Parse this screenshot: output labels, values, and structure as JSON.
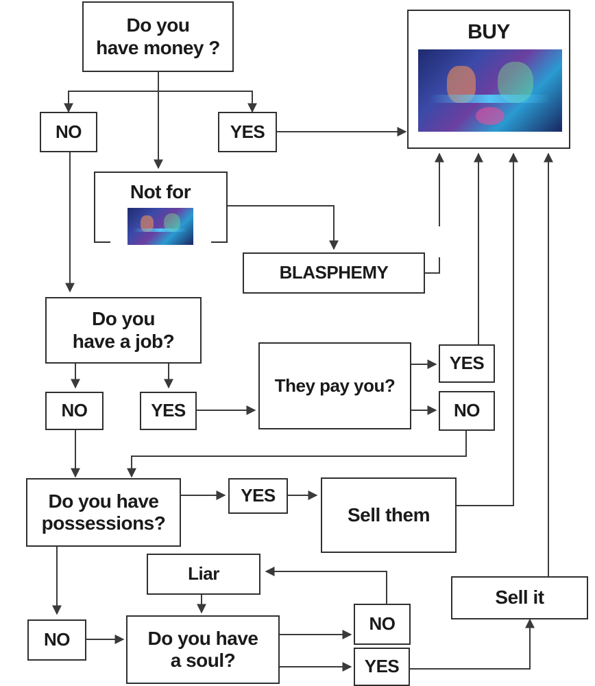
{
  "nodes": {
    "have_money": [
      "Do you",
      "have money ?"
    ],
    "no_1": "NO",
    "yes_1": "YES",
    "buy": "BUY",
    "not_for": "Not for",
    "blasphemy": "BLASPHEMY",
    "have_job": [
      "Do you",
      "have a job?"
    ],
    "no_job": "NO",
    "yes_job": "YES",
    "they_pay": "They pay you?",
    "yes_pay": "YES",
    "no_pay": "NO",
    "possessions": [
      "Do you have",
      "possessions?"
    ],
    "yes_poss": "YES",
    "sell_them": "Sell them",
    "liar": "Liar",
    "no_poss": "NO",
    "soul": [
      "Do you have",
      "a soul?"
    ],
    "no_soul": "NO",
    "yes_soul": "YES",
    "sell_it": "Sell it"
  },
  "images": {
    "buy_art": "game-key-art",
    "not_for_art": "game-key-art"
  },
  "colors": {
    "line": "#3a3a3a",
    "border": "#2f2f2f",
    "text": "#1a1a1a"
  }
}
